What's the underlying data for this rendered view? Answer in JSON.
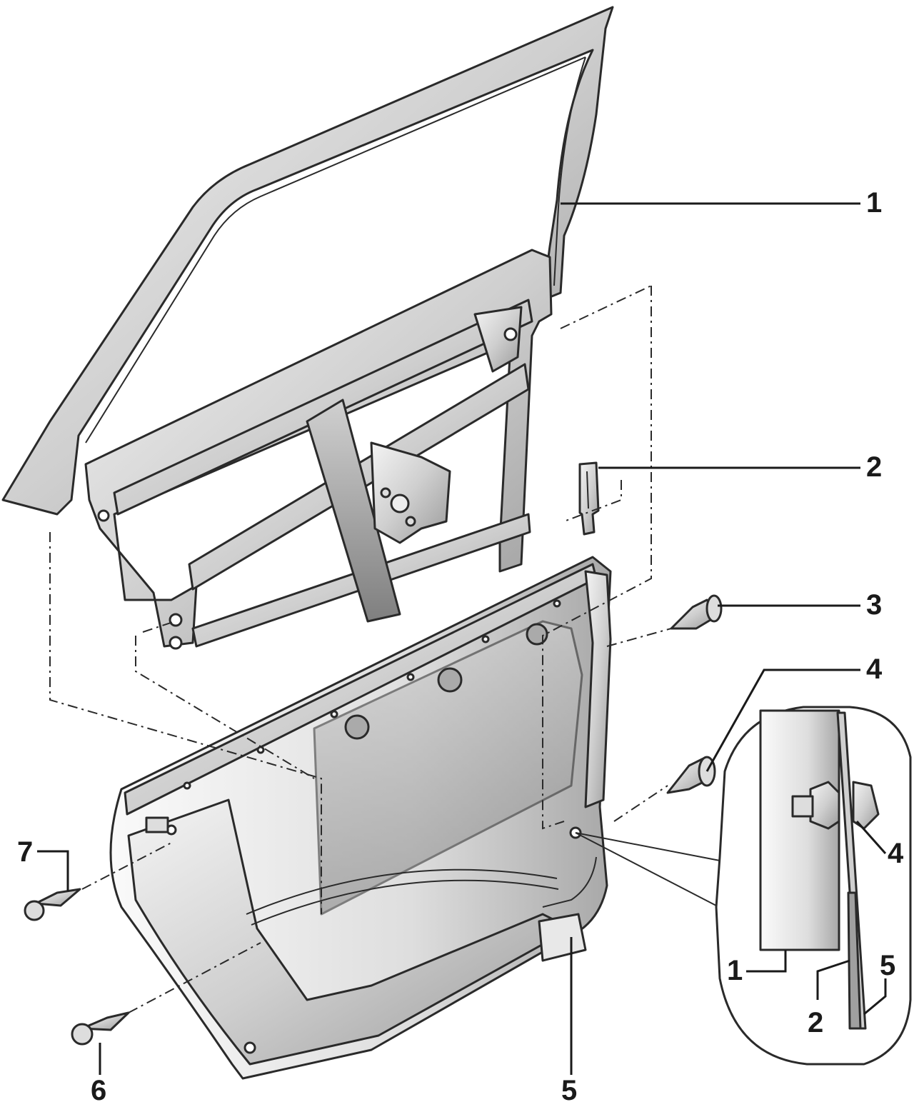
{
  "callouts": {
    "c1": "1",
    "c2": "2",
    "c3": "3",
    "c4": "4",
    "c5": "5",
    "c6": "6",
    "c7": "7"
  },
  "inset_callouts": {
    "i1": "1",
    "i2": "2",
    "i4": "4",
    "i5": "5"
  },
  "colors": {
    "metal_light": "#eeeeee",
    "metal_mid": "#bdbdbd",
    "metal_dark": "#8c8c8c",
    "line": "#1a1a1a"
  }
}
